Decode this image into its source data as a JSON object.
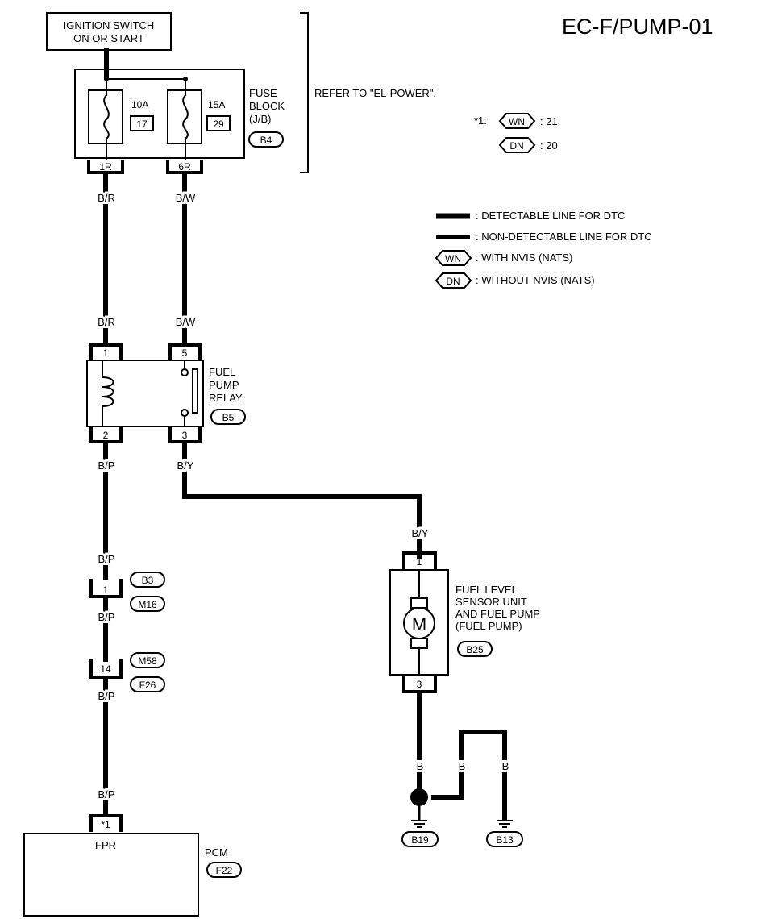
{
  "title": "EC-F/PUMP-01",
  "ignition_switch": {
    "line1": "IGNITION SWITCH",
    "line2": "ON OR START"
  },
  "fuse_block": {
    "label1": "FUSE",
    "label2": "BLOCK",
    "label3": "(J/B)",
    "connector": "B4",
    "fuse1": {
      "rating": "10A",
      "number": "17"
    },
    "fuse2": {
      "rating": "15A",
      "number": "29"
    },
    "pin1": "1R",
    "pin2": "6R"
  },
  "refer_note": "REFER TO \"EL-POWER\".",
  "note": {
    "marker": "*1:",
    "wn": "WN",
    "wn_value": ": 21",
    "dn": "DN",
    "dn_value": ": 20"
  },
  "legend": {
    "detectable": ": DETECTABLE LINE FOR DTC",
    "non_detectable": ": NON-DETECTABLE LINE FOR DTC",
    "wn_tag": "WN",
    "wn_desc": ": WITH NVIS (NATS)",
    "dn_tag": "DN",
    "dn_desc": ": WITHOUT NVIS (NATS)"
  },
  "wires": {
    "br": "B/R",
    "bw": "B/W",
    "bp": "B/P",
    "by": "B/Y",
    "b": "B"
  },
  "relay": {
    "line1": "FUEL",
    "line2": "PUMP",
    "line3": "RELAY",
    "connector": "B5",
    "pin1": "1",
    "pin5": "5",
    "pin2": "2",
    "pin3": "3"
  },
  "joint1": {
    "pin": "1",
    "conn_a": "B3",
    "conn_b": "M16"
  },
  "joint2": {
    "pin": "14",
    "conn_a": "M58",
    "conn_b": "F26"
  },
  "pump": {
    "line1": "FUEL LEVEL",
    "line2": "SENSOR UNIT",
    "line3": "AND FUEL PUMP",
    "line4": "(FUEL PUMP)",
    "connector": "B25",
    "pin_top": "1",
    "pin_bottom": "3",
    "motor": "M"
  },
  "grounds": {
    "g1": "B19",
    "g2": "B13"
  },
  "pcm": {
    "pin": "*1",
    "terminal": "FPR",
    "label": "PCM",
    "connector": "F22"
  }
}
